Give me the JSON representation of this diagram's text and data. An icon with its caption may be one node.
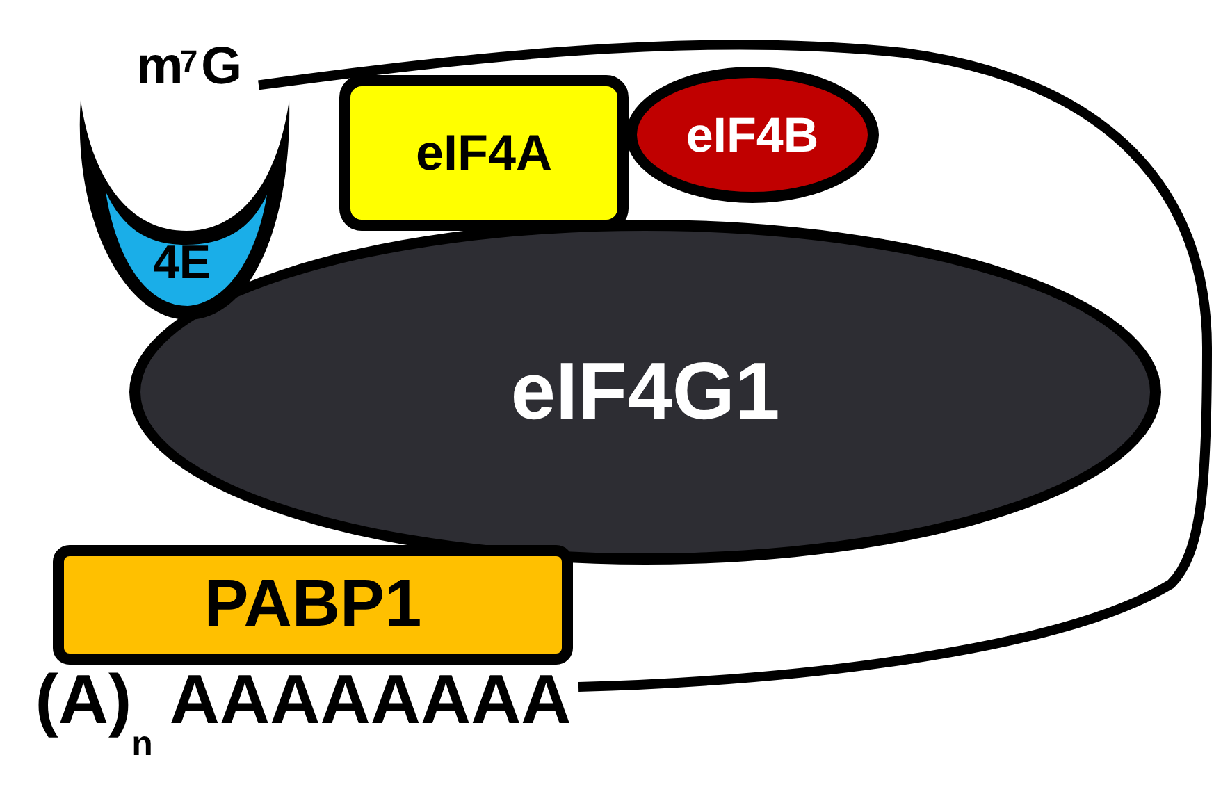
{
  "diagram": {
    "nodes": [
      {
        "text": [
          "m$^{7}$G"
        ]
      },
      {
        "text": [
          "4E"
        ]
      },
      {
        "text": [
          "eIF4A"
        ]
      },
      {
        "text": [
          "eIF4B"
        ]
      },
      {
        "text": [
          "eIF4G1"
        ]
      },
      {
        "text": [
          "PABP1"
        ]
      },
      {
        "text": [
          "(A)$_{n}$ AAAAAAAA"
        ]
      }
    ],
    "edges": [
      {
        "from": 0,
        "to": 6,
        "arrow": "none"
      }
    ]
  }
}
